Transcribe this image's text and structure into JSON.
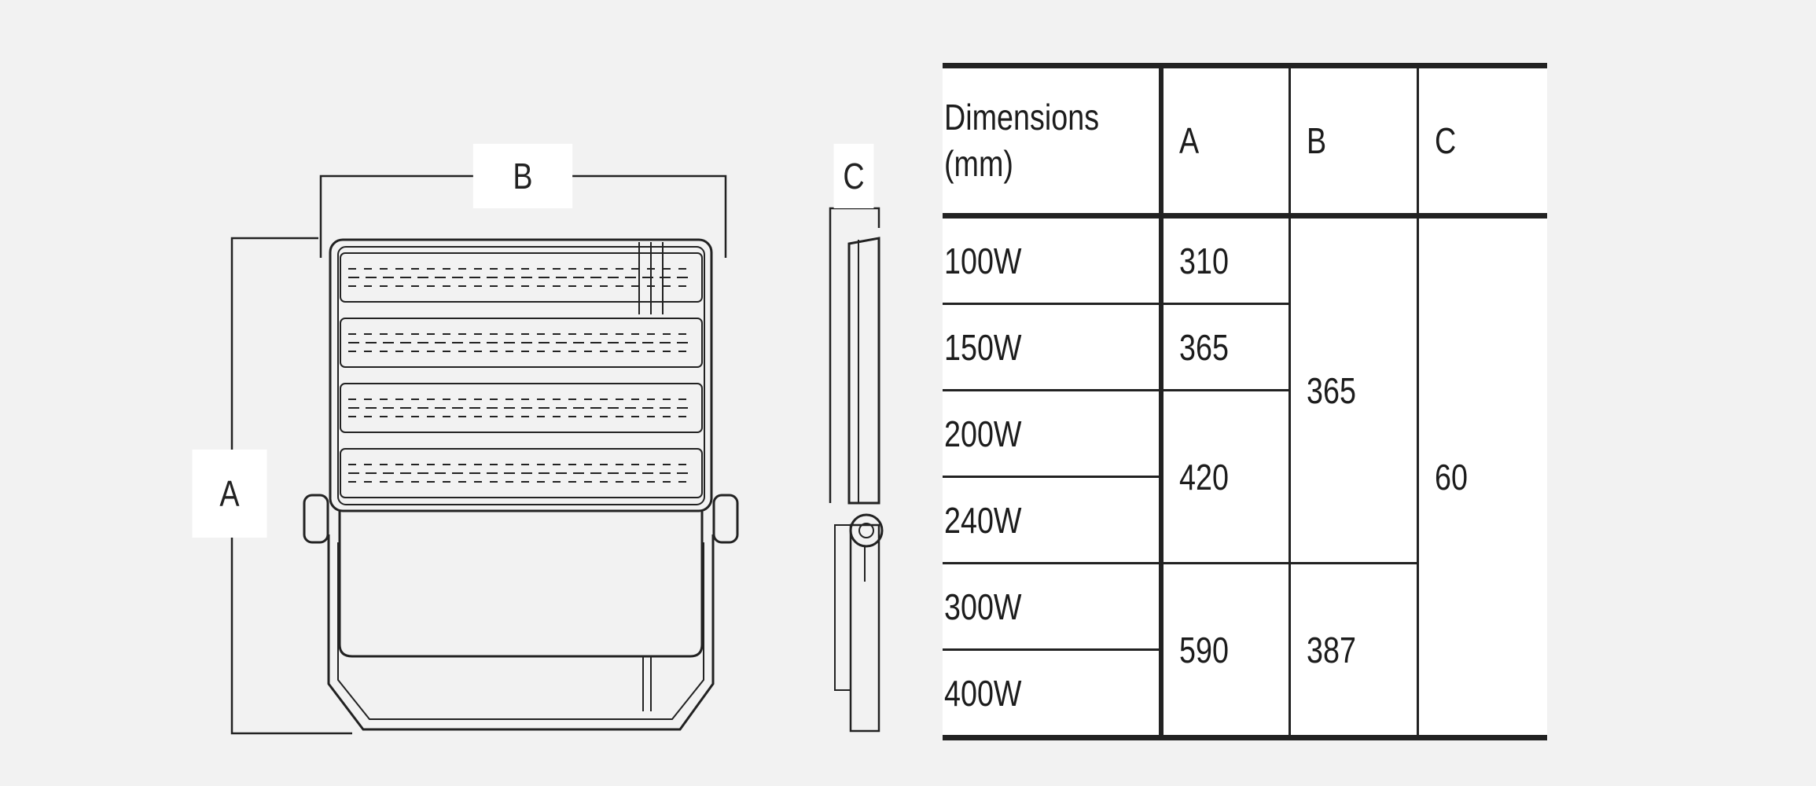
{
  "drawing": {
    "labels": {
      "a": "A",
      "b": "B",
      "c": "C"
    }
  },
  "table": {
    "header": {
      "dimensions": "Dimensions",
      "unit": "(mm)",
      "a": "A",
      "b": "B",
      "c": "C"
    },
    "rows": [
      {
        "model": "100W",
        "a": "310"
      },
      {
        "model": "150W",
        "a": "365"
      },
      {
        "model": "200W"
      },
      {
        "model": "240W"
      },
      {
        "model": "300W"
      },
      {
        "model": "400W"
      }
    ],
    "a_merged": {
      "w200_240": "420",
      "w300_400": "590"
    },
    "b_merged": {
      "w100_240": "365",
      "w300_400": "387"
    },
    "c_merged": {
      "all": "60"
    }
  }
}
